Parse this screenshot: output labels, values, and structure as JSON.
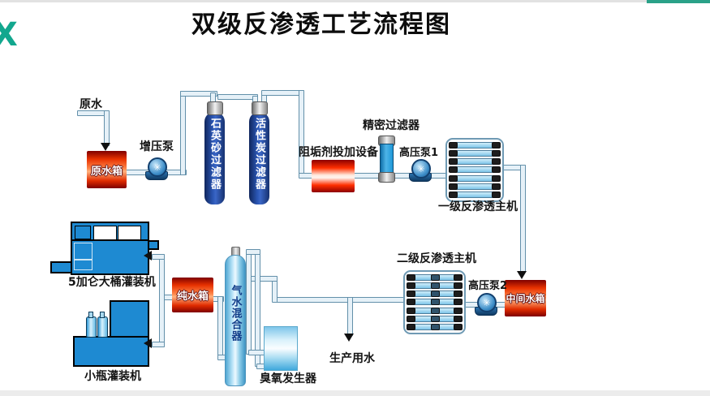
{
  "title": "双级反渗透工艺流程图",
  "logo_text": "X",
  "colors": {
    "accent_teal": "#2aa188",
    "tank_red": "#e03000",
    "machine_blue": "#1e8ad2",
    "filter_navy": "#1d3f8e",
    "pipe_outline": "#6390aa"
  },
  "labels": {
    "raw_water": "原水",
    "raw_water_tank": "原水箱",
    "booster_pump": "增压泵",
    "quartz_sand_filter": "石英砂过滤器",
    "activated_carbon_filter": "活性炭过滤器",
    "antiscalant_dosing": "阻垢剂投加设备",
    "precision_filter": "精密过滤器",
    "high_pressure_pump_1": "高压泵1",
    "ro_stage1": "一级反渗透主机",
    "intermediate_tank": "中间水箱",
    "high_pressure_pump_2": "高压泵2",
    "ro_stage2": "二级反渗透主机",
    "pure_water_tank": "纯水箱",
    "gas_water_mixer": "气水混合器",
    "ozone_generator": "臭氧发生器",
    "production_water": "生产用水",
    "gallon_filling_machine": "5加仑大桶灌装机",
    "bottle_filling_machine": "小瓶灌装机"
  },
  "stacks": {
    "ro1": {
      "tube_count": 7
    },
    "ro2": {
      "tube_count": 7
    }
  },
  "pump_icon": "✳"
}
